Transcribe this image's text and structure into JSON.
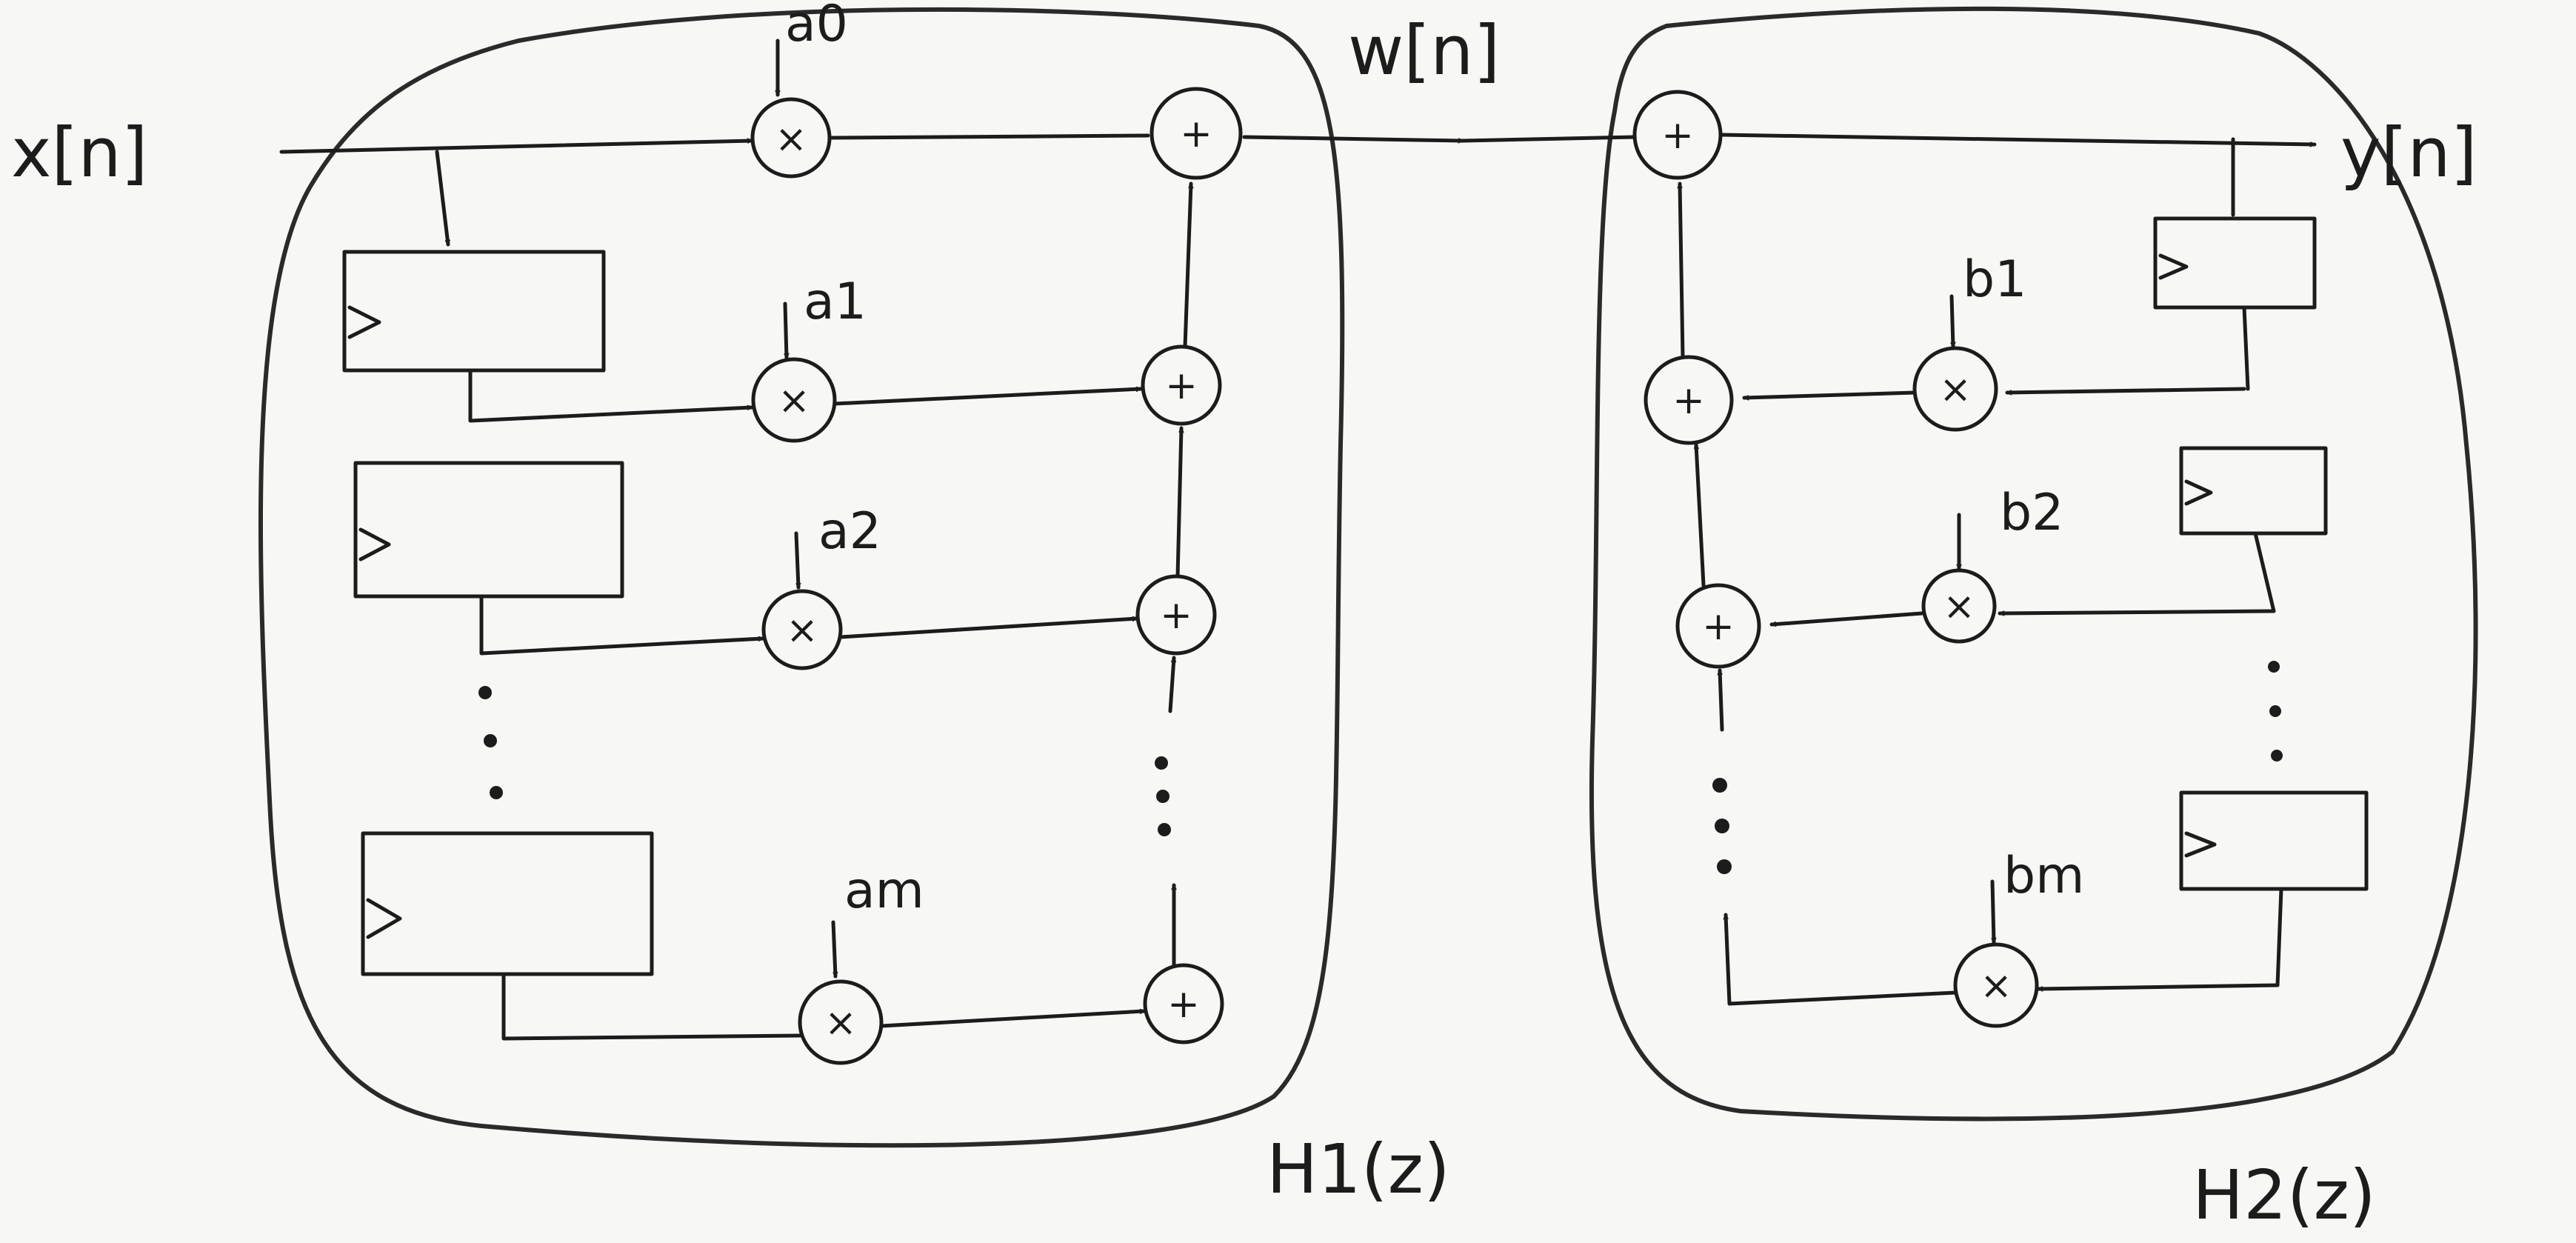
{
  "signals": {
    "input": "x[n]",
    "intermediate": "w[n]",
    "output": "y[n]"
  },
  "blocks": {
    "h1": "H1(z)",
    "h2": "H2(z)"
  },
  "coefficients": {
    "a": [
      "a0",
      "a1",
      "a2",
      "am"
    ],
    "b": [
      "b1",
      "b2",
      "bm"
    ]
  },
  "symbols": {
    "multiplier": "×",
    "adder": "+"
  }
}
